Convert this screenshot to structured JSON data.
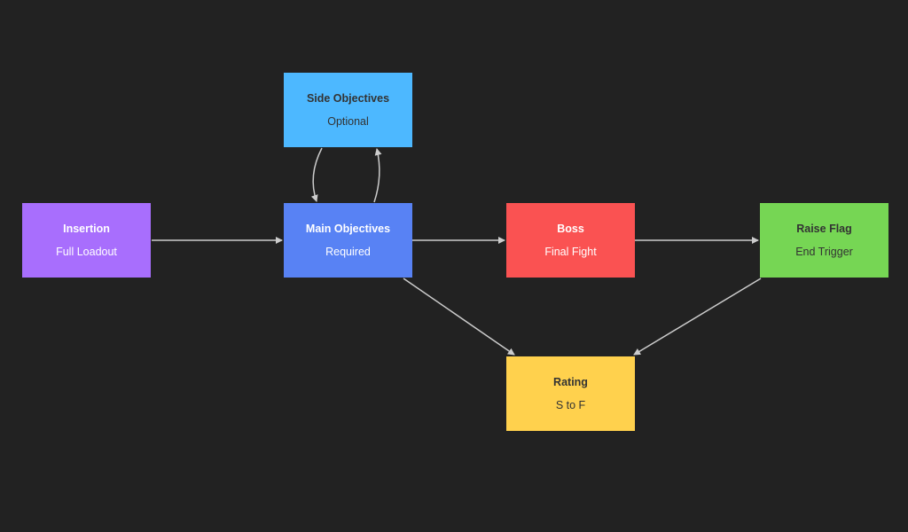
{
  "nodes": {
    "side": {
      "title": "Side Objectives",
      "subtitle": "Optional",
      "color": "#4db8ff"
    },
    "main": {
      "title": "Main Objectives",
      "subtitle": "Required",
      "color": "#5882f4"
    },
    "insertion": {
      "title": "Insertion",
      "subtitle": "Full Loadout",
      "color": "#a86efd"
    },
    "boss": {
      "title": "Boss",
      "subtitle": "Final Fight",
      "color": "#fa5252"
    },
    "flag": {
      "title": "Raise Flag",
      "subtitle": "End Trigger",
      "color": "#76d654"
    },
    "rating": {
      "title": "Rating",
      "subtitle": "S to F",
      "color": "#ffd14d"
    }
  },
  "edges": [
    {
      "from": "insertion",
      "to": "main"
    },
    {
      "from": "main",
      "to": "side"
    },
    {
      "from": "side",
      "to": "main"
    },
    {
      "from": "main",
      "to": "boss"
    },
    {
      "from": "boss",
      "to": "flag"
    },
    {
      "from": "main",
      "to": "rating"
    },
    {
      "from": "flag",
      "to": "rating"
    }
  ],
  "colors": {
    "background": "#222222",
    "edge": "#cccccc"
  }
}
